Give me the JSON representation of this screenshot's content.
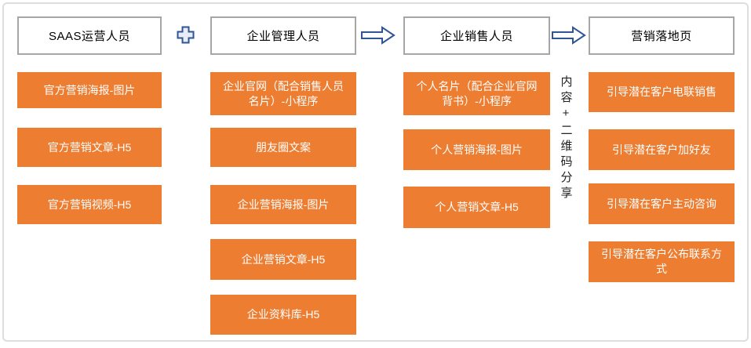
{
  "columns": [
    {
      "header": "SAAS运营人员",
      "items": [
        "官方营销海报-图片",
        "官方营销文章-H5",
        "官方营销视频-H5"
      ]
    },
    {
      "header": "企业管理人员",
      "items": [
        "企业官网（配合销售人员名片）-小程序",
        "朋友圈文案",
        "企业营销海报-图片",
        "企业营销文章-H5",
        "企业资料库-H5"
      ]
    },
    {
      "header": "企业销售人员",
      "items": [
        "个人名片（配合企业官网背书）-小程序",
        "个人营销海报-图片",
        "个人营销文章-H5"
      ]
    },
    {
      "header": "营销落地页",
      "items": [
        "引导潜在客户电联销售",
        "引导潜在客户加好友",
        "引导潜在客户主动咨询",
        "引导潜在客户公布联系方式"
      ]
    }
  ],
  "vertical_label": "内容+二维码分享",
  "connectors": {
    "between_col1_col2": "plus",
    "between_col2_col3": "right-arrow",
    "between_col3_col4": "right-arrow"
  },
  "colors": {
    "box_fill": "#ED7D31",
    "box_text": "#FFFFFF",
    "header_border": "#A6A6A6",
    "connector_stroke": "#2F5597",
    "connector_fill_plus": "#E7ECF6",
    "connector_fill_arrow": "#FFFFFF",
    "frame_border": "#DEDEDE"
  }
}
